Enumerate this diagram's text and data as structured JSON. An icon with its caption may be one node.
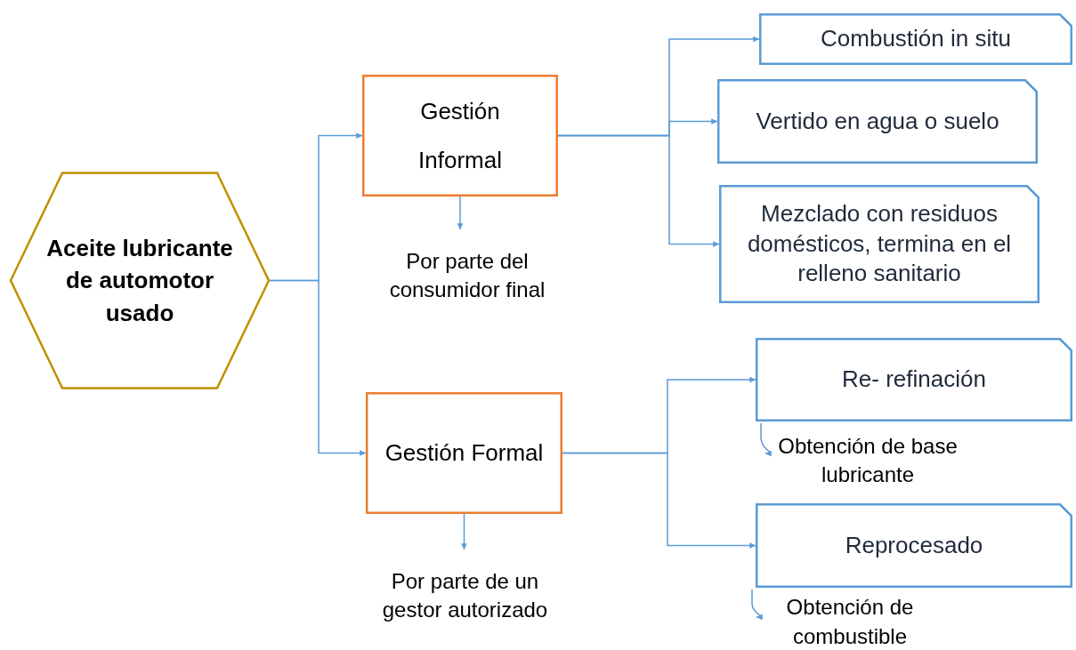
{
  "diagram": {
    "nodes": [
      {
        "text": [
          "Aceite lubricante de automotor usado"
        ]
      },
      {
        "text": [
          "Gestión Informal"
        ]
      },
      {
        "text": [
          "Por parte del consumidor final"
        ]
      },
      {
        "text": [
          "Gestión Formal"
        ]
      },
      {
        "text": [
          "Por parte de un gestor autorizado"
        ]
      },
      {
        "text": [
          "Combustión in situ"
        ]
      },
      {
        "text": [
          "Vertido en agua o suelo"
        ]
      },
      {
        "text": [
          "Mezclado con residuos domésticos, termina en el relleno sanitario"
        ]
      },
      {
        "text": [
          "Re- refinación"
        ]
      },
      {
        "text": [
          "Obtención de base lubricante"
        ]
      },
      {
        "text": [
          "Reprocesado"
        ]
      },
      {
        "text": [
          "Obtención de combustible"
        ]
      }
    ],
    "edges": [
      {
        "from": 0,
        "to": 1,
        "arrow": "to"
      },
      {
        "from": 0,
        "to": 3,
        "arrow": "to"
      },
      {
        "from": 1,
        "to": 2,
        "arrow": "to"
      },
      {
        "from": 1,
        "to": 5,
        "arrow": "to"
      },
      {
        "from": 1,
        "to": 6,
        "arrow": "to"
      },
      {
        "from": 1,
        "to": 7,
        "arrow": "to"
      },
      {
        "from": 3,
        "to": 4,
        "arrow": "to"
      },
      {
        "from": 3,
        "to": 8,
        "arrow": "to"
      },
      {
        "from": 3,
        "to": 10,
        "arrow": "to"
      },
      {
        "from": 8,
        "to": 9,
        "arrow": "to"
      },
      {
        "from": 10,
        "to": 11,
        "arrow": "to"
      }
    ]
  }
}
